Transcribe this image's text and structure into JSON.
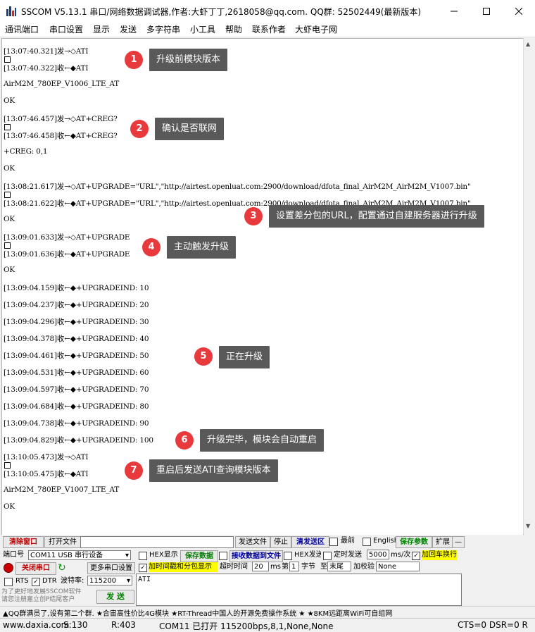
{
  "window": {
    "title": "SSCOM V5.13.1 串口/网络数据调试器,作者:大虾丁丁,2618058@qq.com. QQ群:  52502449(最新版本)",
    "minimize": "—",
    "maximize": "☐",
    "close": "✕"
  },
  "menu": [
    "通讯端口",
    "串口设置",
    "显示",
    "发送",
    "多字符串",
    "小工具",
    "帮助",
    "联系作者",
    "大虾电子网"
  ],
  "log_lines": [
    {
      "text": "[13:07:40.321]发→◇ATI",
      "box": true
    },
    {
      "text": "[13:07:40.322]收←◆ATI",
      "box": false
    },
    {
      "text": "AirM2M_780EP_V1006_LTE_AT",
      "box": false
    },
    {
      "text": "OK",
      "box": false
    },
    {
      "text": "[13:07:46.457]发→◇AT+CREG?",
      "box": true
    },
    {
      "text": "[13:07:46.458]收←◆AT+CREG?",
      "box": false
    },
    {
      "text": "+CREG: 0,1",
      "box": false
    },
    {
      "text": "OK",
      "box": false
    },
    {
      "text": "[13:08:21.617]发→◇AT+UPGRADE=\"URL\",\"http://airtest.openluat.com:2900/download/dfota_final_AirM2M_AirM2M_V1007.bin\"",
      "box": true
    },
    {
      "text": "[13:08:21.622]收←◆AT+UPGRADE=\"URL\",\"http://airtest.openluat.com:2900/download/dfota_final_AirM2M_AirM2M_V1007.bin\"",
      "box": false
    },
    {
      "text": "OK",
      "box": false
    },
    {
      "text": "[13:09:01.633]发→◇AT+UPGRADE",
      "box": true
    },
    {
      "text": "[13:09:01.636]收←◆AT+UPGRADE",
      "box": false
    },
    {
      "text": "OK",
      "box": false
    },
    {
      "text": "[13:09:04.159]收←◆+UPGRADEIND: 10",
      "box": false
    },
    {
      "text": "[13:09:04.237]收←◆+UPGRADEIND: 20",
      "box": false
    },
    {
      "text": "[13:09:04.296]收←◆+UPGRADEIND: 30",
      "box": false
    },
    {
      "text": "[13:09:04.378]收←◆+UPGRADEIND: 40",
      "box": false
    },
    {
      "text": "[13:09:04.461]收←◆+UPGRADEIND: 50",
      "box": false
    },
    {
      "text": "[13:09:04.531]收←◆+UPGRADEIND: 60",
      "box": false
    },
    {
      "text": "[13:09:04.597]收←◆+UPGRADEIND: 70",
      "box": false
    },
    {
      "text": "[13:09:04.684]收←◆+UPGRADEIND: 80",
      "box": false
    },
    {
      "text": "[13:09:04.738]收←◆+UPGRADEIND: 90",
      "box": false
    },
    {
      "text": "[13:09:04.829]收←◆+UPGRADEIND: 100",
      "box": false
    },
    {
      "text": "[13:10:05.473]发→◇ATI",
      "box": true
    },
    {
      "text": "[13:10:05.475]收←◆ATI",
      "box": false
    },
    {
      "text": "AirM2M_780EP_V1007_LTE_AT",
      "box": false
    },
    {
      "text": "OK",
      "box": false
    }
  ],
  "annotations": [
    {
      "num": "1",
      "text": "升级前模块版本"
    },
    {
      "num": "2",
      "text": "确认是否联网"
    },
    {
      "num": "3",
      "text": "设置差分包的URL，配置通过自建服务器进行升级"
    },
    {
      "num": "4",
      "text": "主动触发升级"
    },
    {
      "num": "5",
      "text": "正在升级"
    },
    {
      "num": "6",
      "text": "升级完毕，模块会自动重启"
    },
    {
      "num": "7",
      "text": "重启后发送ATI查询模块版本"
    }
  ],
  "toolbar": {
    "clear_window": "清除窗口",
    "open_file": "打开文件",
    "send_file": "发送文件",
    "stop": "停止",
    "clear_send": "清发送区",
    "last": "最前",
    "english": "English",
    "save_params": "保存参数",
    "expand": "扩展",
    "collapse": "—"
  },
  "port": {
    "port_label": "端口号",
    "port_value": "COM11 USB 串行设备",
    "close_port": "关闭串口",
    "more_settings": "更多串口设置",
    "rts": "RTS",
    "dtr": "DTR",
    "baud_label": "波特率:",
    "baud_value": "115200"
  },
  "options": {
    "hex_display": "HEX显示",
    "save_data": "保存数据",
    "receive_to_file": "接收数据到文件",
    "hex_send": "HEX发送",
    "timed_send": "定时发送",
    "interval": "5000",
    "unit": "ms/次",
    "add_crlf": "加回车换行",
    "timestamp": "加时间戳和分包显示",
    "timeout_label": "超时时间",
    "timeout_value": "20",
    "ms": "ms",
    "nth_label": "第",
    "nth_value": "1",
    "byte_label": "字节",
    "to_label": "至",
    "end_value": "末尾",
    "checksum_label": "加校验",
    "checksum_value": "None"
  },
  "send": {
    "text": "ATI",
    "button": "发  送",
    "promo": "为了更好地发展SSCOM软件\n请您注册嘉立创P结尾客户"
  },
  "ad_bar": "▲QQ群满员了,设有第二个群.  ★合宙高性价比4G模块   ★RT-Thread中国人的开源免费操作系统    ★  ★8KM远距离WiFi可自组网",
  "status": {
    "website": "www.daxia.com",
    "sent": "S:130",
    "received": "R:403",
    "port_info": "COM11 已打开  115200bps,8,1,None,None",
    "signals": "CTS=0 DSR=0 R"
  },
  "colors": {
    "badge": "#e8393c",
    "callout": "#595959"
  }
}
